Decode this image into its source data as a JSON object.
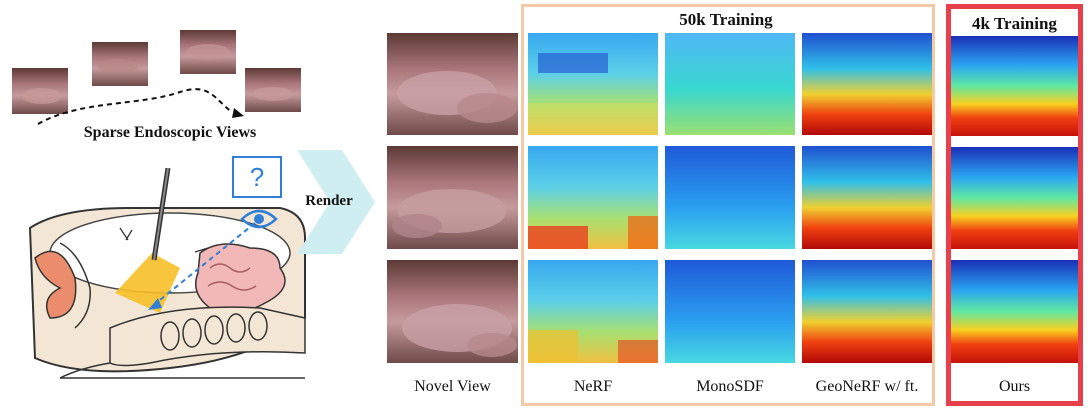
{
  "left_panel": {
    "views_caption": "Sparse Endoscopic Views",
    "question_mark": "?",
    "render_label": "Render"
  },
  "groups": {
    "fifty_k": "50k Training",
    "four_k": "4k Training"
  },
  "columns": [
    "Novel View",
    "NeRF",
    "MonoSDF",
    "GeoNeRF w/ ft.",
    "Ours"
  ],
  "colors": {
    "frame_50k": "#f5c9a4",
    "frame_4k": "#e8404a",
    "camera_icon": "#2f7fd6",
    "arrow_fill": "#cfeef2",
    "depth_near": "#c4120a",
    "depth_far": "#1a2fb8"
  },
  "icons": [
    "question-mark-box-icon",
    "eye-camera-icon",
    "render-arrow-icon"
  ]
}
